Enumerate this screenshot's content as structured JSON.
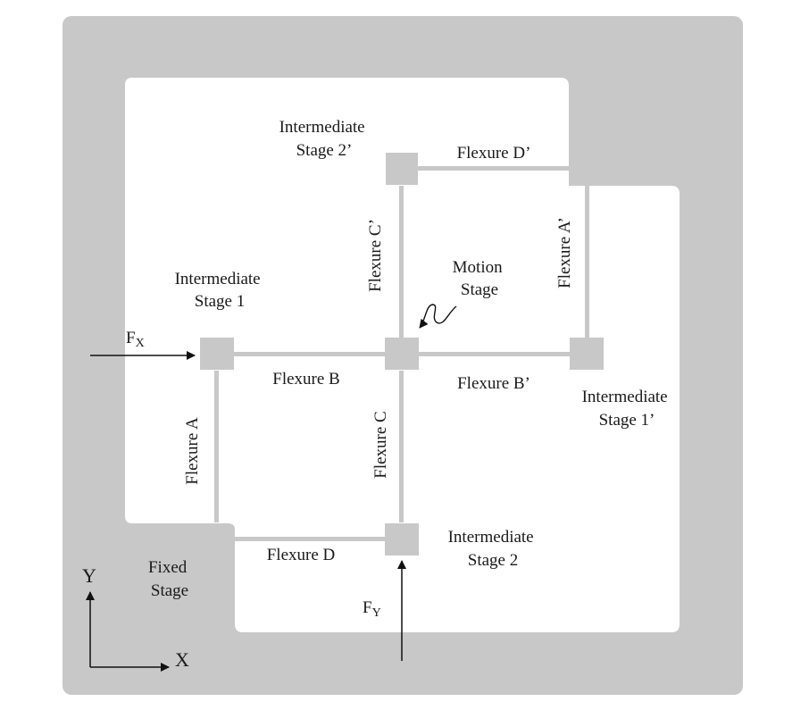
{
  "colors": {
    "fixed_frame": "#c8c8c8",
    "flexure": "#c8c8c8",
    "stage_block": "#c8c8c8",
    "background": "#ffffff",
    "text": "#1a1a1a"
  },
  "labels": {
    "intermediate_stage_2p": [
      "Intermediate",
      "Stage 2’"
    ],
    "flexure_dp": "Flexure D’",
    "flexure_cp": "Flexure C’",
    "flexure_ap": "Flexure A’",
    "motion_stage": [
      "Motion",
      "Stage"
    ],
    "intermediate_stage_1": [
      "Intermediate",
      "Stage 1"
    ],
    "force_x": {
      "base": "F",
      "sub": "X"
    },
    "flexure_b": "Flexure B",
    "flexure_bp": "Flexure B’",
    "intermediate_stage_1p": [
      "Intermediate",
      "Stage 1’"
    ],
    "flexure_a": "Flexure A",
    "flexure_c": "Flexure C",
    "flexure_d": "Flexure D",
    "intermediate_stage_2": [
      "Intermediate",
      "Stage 2"
    ],
    "fixed_stage": [
      "Fixed",
      "Stage"
    ],
    "axis_y": "Y",
    "axis_x": "X",
    "force_y": {
      "base": "F",
      "sub": "Y"
    }
  }
}
